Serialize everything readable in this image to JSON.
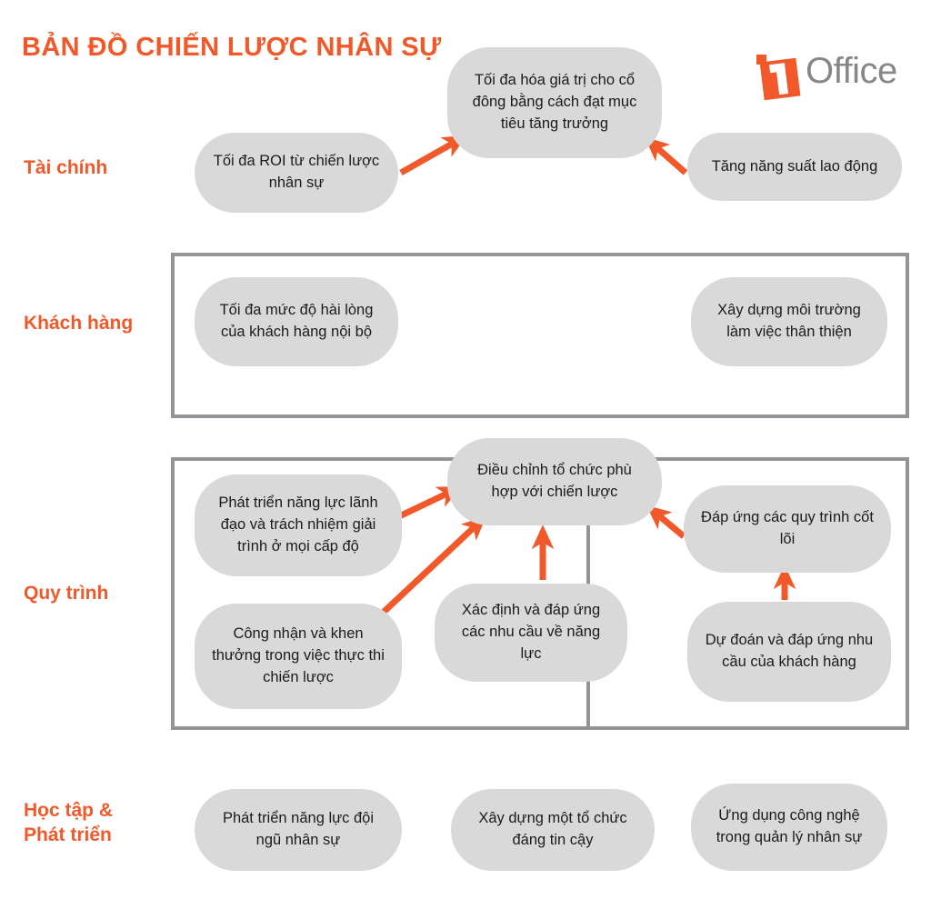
{
  "page": {
    "title": "BẢN ĐỒ CHIẾN LƯỢC NHÂN SỰ",
    "background_color": "#ffffff"
  },
  "brand": {
    "logo_text": "Office",
    "logo_numeral": "1",
    "accent_color": "#F1592A",
    "logo_text_color": "#868789"
  },
  "theme": {
    "accent": "#F1592A",
    "pill_fill": "#D9D9D9",
    "container_border": "#929497",
    "text": "#1b1b1b"
  },
  "perspectives": [
    {
      "id": "financial",
      "label": "Tài chính"
    },
    {
      "id": "customer",
      "label": "Khách hàng"
    },
    {
      "id": "process",
      "label": "Quy trình"
    },
    {
      "id": "learning",
      "label": "Học tập &\nPhát triển"
    }
  ],
  "objectives": {
    "financial": {
      "roi": "Tối đa ROI từ chiến lược nhân sự",
      "shareholder": "Tối đa hóa giá trị cho cổ đông bằng cách đạt mục tiêu tăng trưởng",
      "productivity": "Tăng năng suất lao động"
    },
    "customer": {
      "satisfaction": "Tối đa mức độ hài lòng của khách hàng nội bộ",
      "environment": "Xây dựng môi trường làm việc thân thiện"
    },
    "process": {
      "align": "Điều chỉnh tổ chức phù hợp với chiến lược",
      "leadership": "Phát triển năng lực lãnh đạo và trách nhiệm giải trình ở mọi cấp độ",
      "recognition": "Công nhận và khen thưởng trong việc thực thi chiến lược",
      "capability": "Xác định và đáp ứng các nhu cầu về năng lực",
      "coreprocess": "Đáp ứng các quy trình cốt lõi",
      "anticipate": "Dự đoán và đáp ứng nhu cầu của khách hàng"
    },
    "learning": {
      "hrteam": "Phát triển năng lực đội ngũ nhân sự",
      "trustorg": "Xây dựng một tổ chức đáng tin cậy",
      "tech": "Ứng dụng công nghệ trong quản lý nhân sự"
    }
  },
  "connections": [
    {
      "from": "roi",
      "to": "shareholder",
      "style": "arrow"
    },
    {
      "from": "productivity",
      "to": "shareholder",
      "style": "arrow"
    },
    {
      "from": "leadership",
      "to": "align",
      "style": "arrow"
    },
    {
      "from": "recognition",
      "to": "align",
      "style": "arrow"
    },
    {
      "from": "capability",
      "to": "align",
      "style": "arrow"
    },
    {
      "from": "coreprocess",
      "to": "align",
      "style": "arrow"
    },
    {
      "from": "anticipate",
      "to": "coreprocess",
      "style": "arrow"
    }
  ]
}
